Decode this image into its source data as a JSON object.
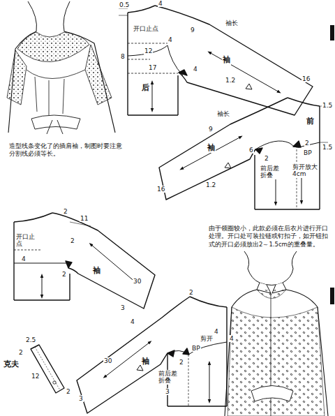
{
  "diagram": {
    "labels": [
      "0.5",
      "4",
      "开口止点",
      "9",
      "袖长",
      "4",
      "12",
      "8",
      "袖",
      "17",
      "4",
      "后",
      "1.2",
      "16",
      "1.5",
      "袖长",
      "9",
      "前",
      "1.5",
      "6",
      "2",
      "袖",
      "BP",
      "2",
      "前后差折叠",
      "剪开放大 4cm",
      "1.2",
      "16",
      "造型线条变化了的插肩袖，制图时要注意分割线必须等长。",
      "2",
      "11",
      "开口止点",
      "2",
      "4",
      "2",
      "袖",
      "30",
      "由于领圈较小，此款必须在后衣片进行开口处理。开口处可装拉链或钉扣子，如开钮扣式的开口必须放出2～1.5cm的重叠量。",
      "2",
      "4",
      "3",
      "2.5",
      "2",
      "克夫",
      "12",
      "30",
      "袖",
      "剪开",
      "BP",
      "2",
      "前后差折叠",
      "4",
      "4",
      "2",
      "3",
      "3"
    ]
  }
}
